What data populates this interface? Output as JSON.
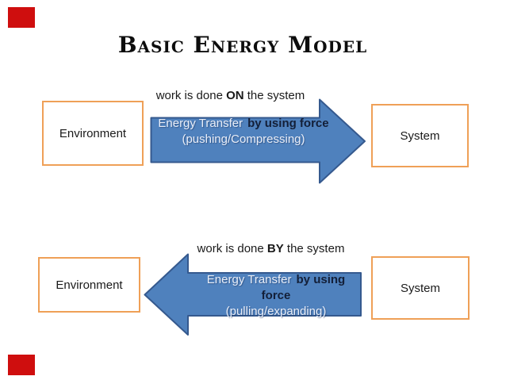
{
  "slide": {
    "title": "Basic Energy Model",
    "colors": {
      "background": "#ffffff",
      "box_border": "#efa057",
      "arrow_fill": "#4f81bd",
      "arrow_border": "#35598e",
      "arrow_text_light": "#e9eef8",
      "arrow_text_dark": "#131f38",
      "body_text": "#1a1a1a",
      "corner_marker": "#cf0e0e"
    }
  },
  "diagrams": [
    {
      "caption": {
        "pre": "work is done ",
        "bold": "ON",
        "post": " the system"
      },
      "left_box_label": "Environment",
      "right_box_label": "System",
      "arrow": {
        "direction": "right",
        "line1_light": "Energy Transfer",
        "line1_bold": "by using force",
        "line2": "(pushing/Compressing)"
      }
    },
    {
      "caption": {
        "pre": "work is done ",
        "bold": "BY",
        "post": " the system"
      },
      "left_box_label": "Environment",
      "right_box_label": "System",
      "arrow": {
        "direction": "left",
        "line1_light": "Energy Transfer",
        "line1_bold": "by using force",
        "line2": "(pulling/expanding)"
      }
    }
  ]
}
